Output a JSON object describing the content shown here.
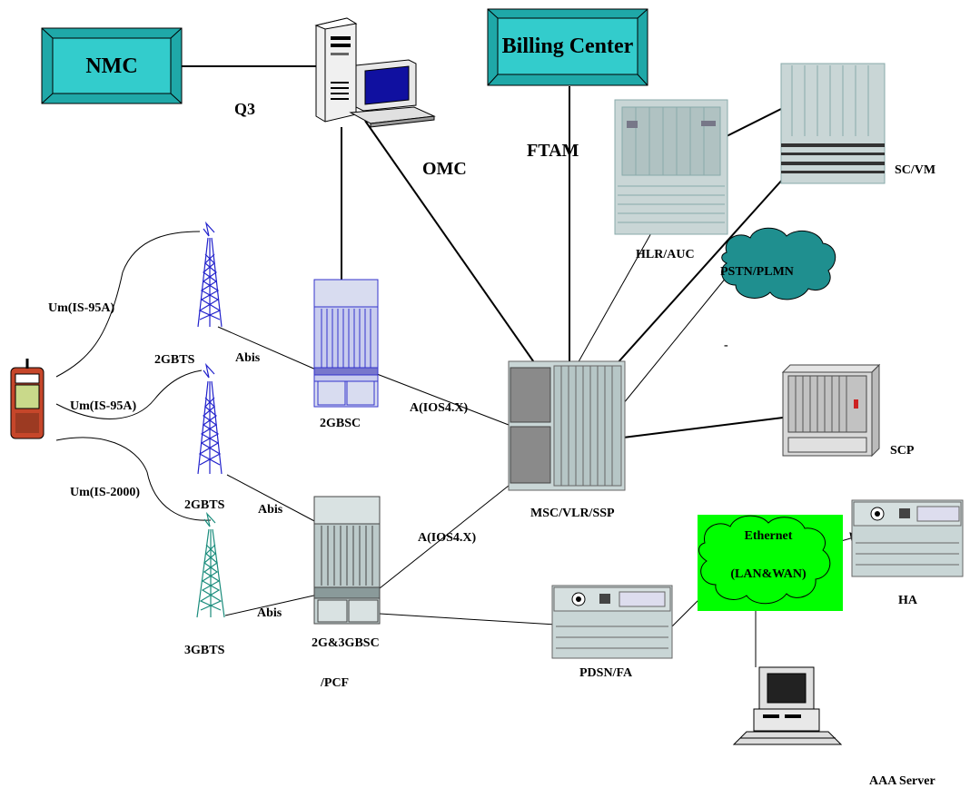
{
  "boxes": {
    "nmc": "NMC",
    "billing": "Billing Center"
  },
  "labels": {
    "q3": "Q3",
    "omc": "OMC",
    "ftam": "FTAM",
    "hlr": "HLR/AUC",
    "scvm": "SC/VM",
    "pstn": "PSTN/PLMN",
    "um1": "Um(IS-95A)",
    "um2": "Um(IS-95A)",
    "um3": "Um(IS-2000)",
    "bts1": "2GBTS",
    "bts2": "2GBTS",
    "bts3": "3GBTS",
    "abis1": "Abis",
    "abis2": "Abis",
    "abis3": "Abis",
    "bsc2g": "2GBSC",
    "bsc3g_1": "2G&3GBSC",
    "bsc3g_2": "/PCF",
    "a1": "A(IOS4.X)",
    "a2": "A(IOS4.X)",
    "msc": "MSC/VLR/SSP",
    "scp": "SCP",
    "ethernet": "Ethernet",
    "lanwan": "(LAN&WAN)",
    "ha": "HA",
    "pdsn": "PDSN/FA",
    "aaa": "AAA Server",
    "dash": "-"
  },
  "colors": {
    "box_fill": "#2fc6c6",
    "box_fill_light": "#66e0e0",
    "cloud_teal": "#1f8f8f",
    "cloud_green": "#00ff00",
    "tower_blue": "#2222cc",
    "tower_teal": "#1a8c7c",
    "bsc_blue": "#3333cc",
    "rack_gray": "#b8c8c8"
  }
}
